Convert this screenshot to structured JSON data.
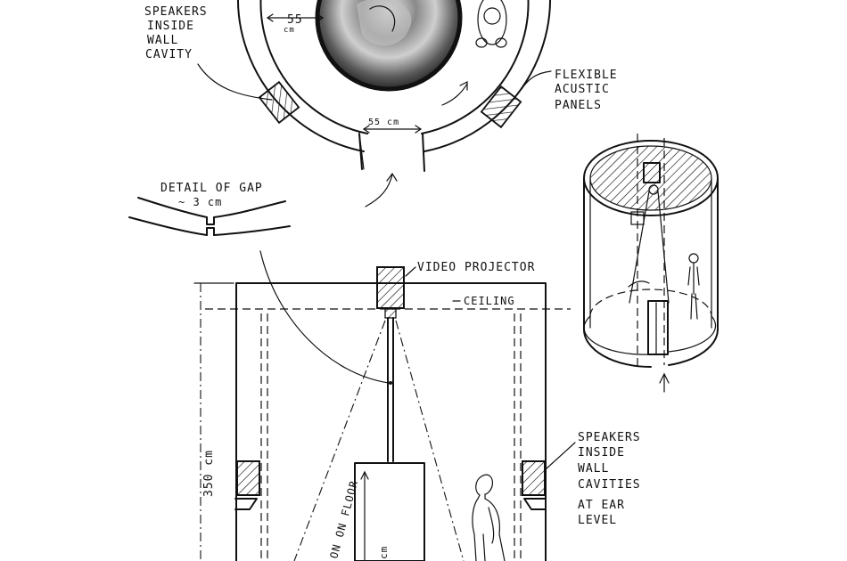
{
  "plan": {
    "speakers_label": [
      "SPEAKERS",
      "INSIDE",
      "WALL",
      "CAVITY"
    ],
    "wall_depth": "55",
    "wall_depth_unit": "cm",
    "gap_width": "55 cm",
    "panels_label": [
      "FLEXIBLE",
      "ACUSTIC",
      "PANELS"
    ]
  },
  "gap_detail": {
    "title": "DETAIL OF GAP",
    "size": "~ 3 cm"
  },
  "section": {
    "projector_label": "VIDEO PROJECTOR",
    "ceiling_label": "CEILING",
    "height_label": "350 cm",
    "floor_label": "ON ON FLOOR",
    "column_label": "cm",
    "speakers_label": [
      "SPEAKERS",
      "INSIDE",
      "WALL",
      "CAVITIES"
    ],
    "ear_level_label": [
      "AT EAR",
      "LEVEL"
    ]
  },
  "colors": {
    "ink": "#111111",
    "paper": "#ffffff"
  }
}
